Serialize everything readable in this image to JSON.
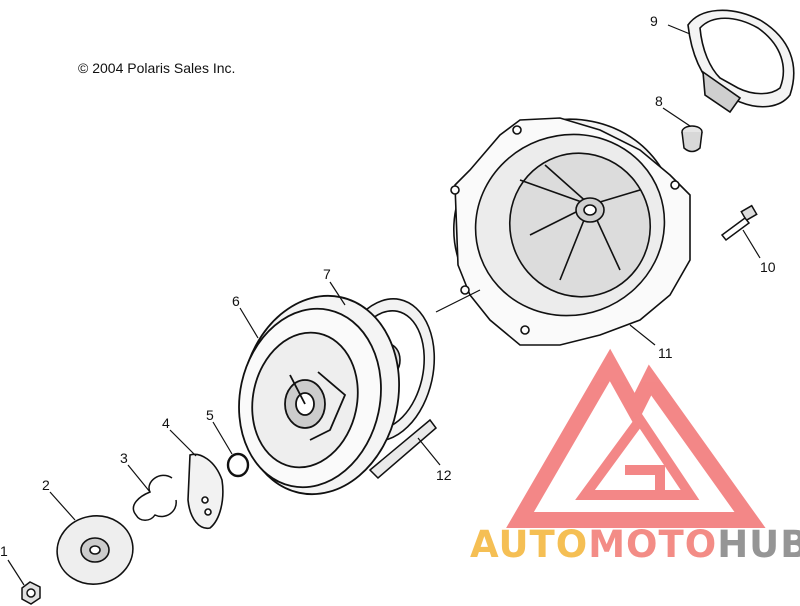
{
  "diagram": {
    "copyright": "© 2004 Polaris Sales Inc.",
    "callouts": [
      "1",
      "2",
      "3",
      "4",
      "5",
      "6",
      "7",
      "8",
      "9",
      "10",
      "11",
      "12"
    ]
  },
  "watermark": {
    "parts": [
      "AUTO",
      "MOTO",
      "HUB"
    ],
    "colors": {
      "auto": "#f5b942",
      "moto": "#f28079",
      "hub": "#8a8a8a",
      "triangle": "#f27b7b"
    }
  }
}
